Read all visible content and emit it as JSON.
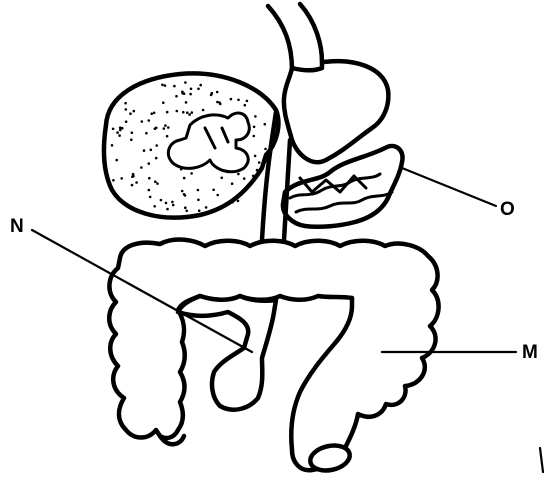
{
  "labels": {
    "N": "N",
    "O": "O",
    "M": "M"
  }
}
